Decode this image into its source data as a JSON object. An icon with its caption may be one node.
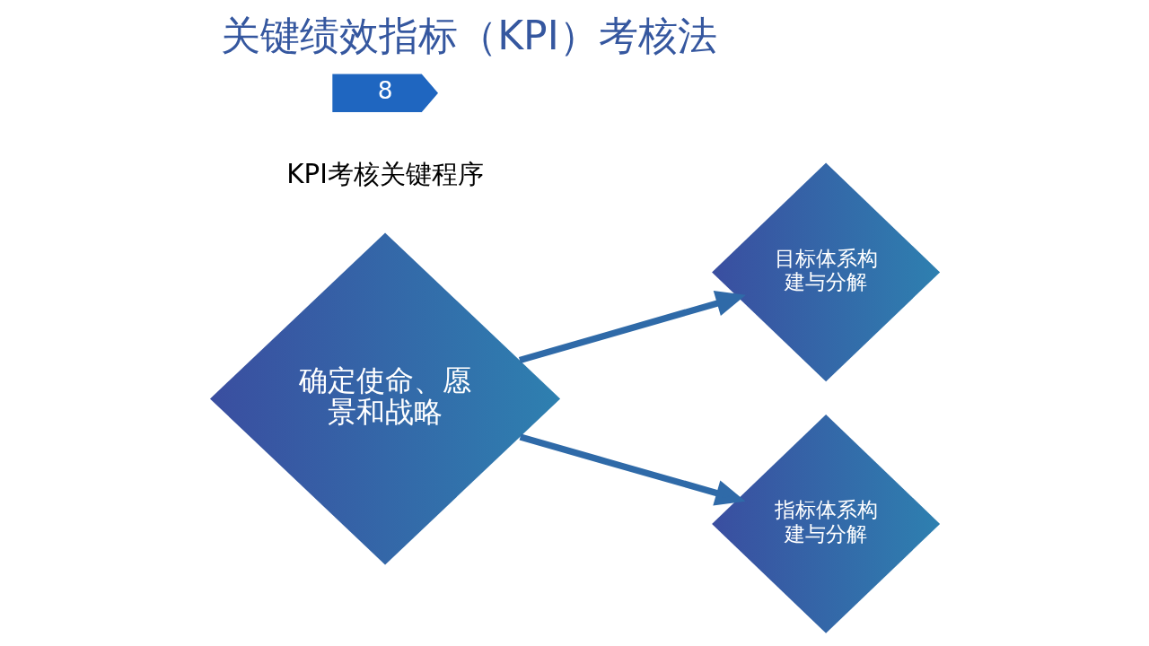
{
  "diagram": {
    "title": "关键绩效指标（KPI）考核法",
    "nodes": [
      {
        "text": [
          "8"
        ]
      },
      {
        "text": [
          "确定使命、愿景和战略"
        ]
      },
      {
        "text": [
          "目标体系构建与分解"
        ]
      },
      {
        "text": [
          "指标体系构建与分解"
        ]
      }
    ],
    "edges": [
      {
        "from": 1,
        "to": 2,
        "arrow": "to"
      },
      {
        "from": 1,
        "to": 3,
        "arrow": "to"
      }
    ],
    "labels": [
      "KPI考核关键程序"
    ]
  }
}
